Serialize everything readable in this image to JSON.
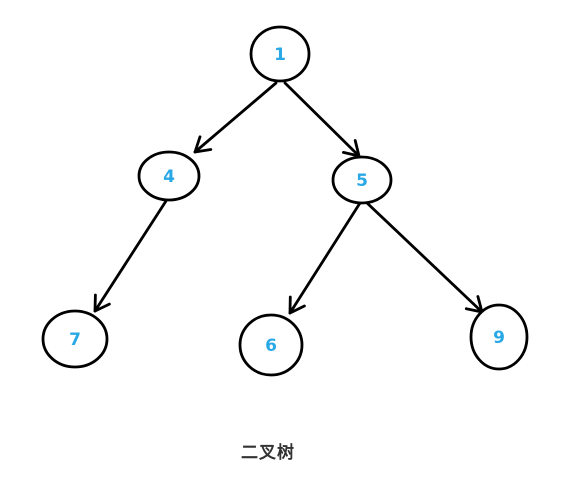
{
  "diagram": {
    "caption": "二叉树",
    "colors": {
      "stroke": "#000000",
      "label": "#29a8e6",
      "caption": "#333333"
    },
    "nodes": [
      {
        "id": "n1",
        "label": "1"
      },
      {
        "id": "n4",
        "label": "4"
      },
      {
        "id": "n5",
        "label": "5"
      },
      {
        "id": "n7",
        "label": "7"
      },
      {
        "id": "n6",
        "label": "6"
      },
      {
        "id": "n9",
        "label": "9"
      }
    ],
    "edges": [
      {
        "from": "n1",
        "to": "n4"
      },
      {
        "from": "n1",
        "to": "n5"
      },
      {
        "from": "n4",
        "to": "n7"
      },
      {
        "from": "n5",
        "to": "n6"
      },
      {
        "from": "n5",
        "to": "n9"
      }
    ]
  }
}
